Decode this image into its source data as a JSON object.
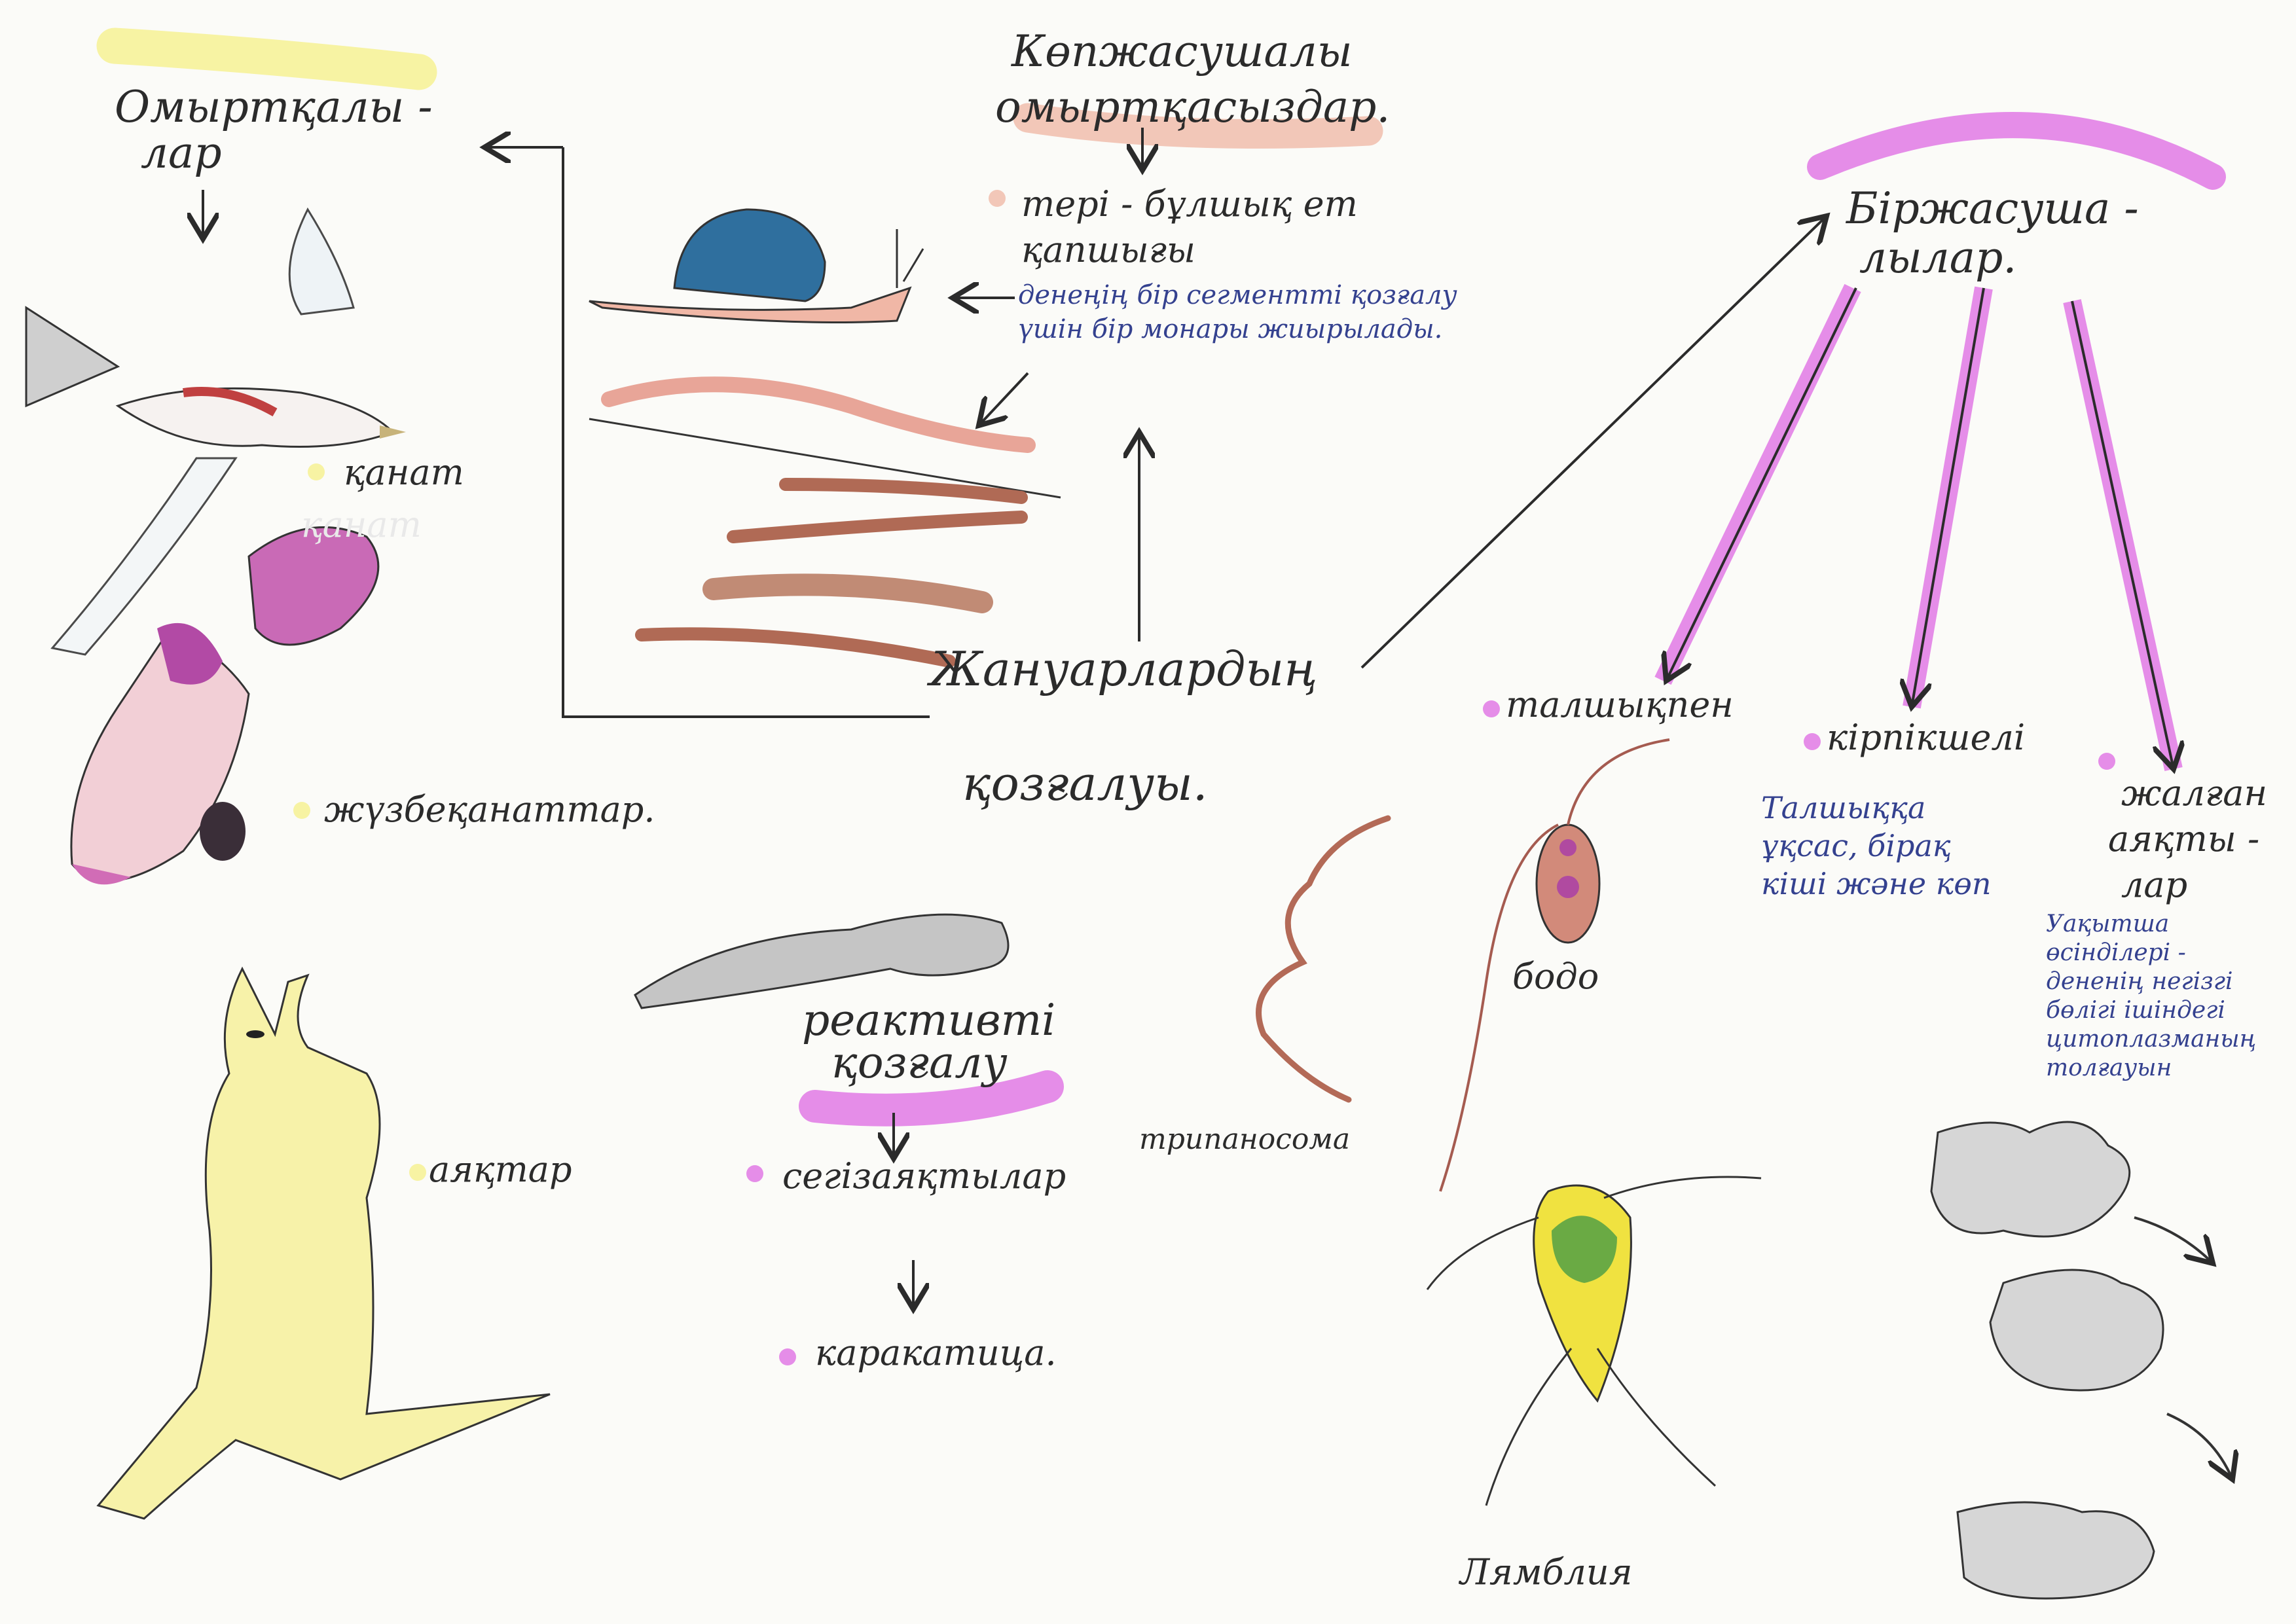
{
  "title": {
    "line1": "Жануарлардың",
    "line2": "қозғалуы."
  },
  "vertebrates": {
    "heading_l1": "Омыртқалы -",
    "heading_l2": "лар",
    "items": [
      "қанат",
      "жүзбеқанаттар.",
      "аяқтар"
    ],
    "faded_text": "қанат"
  },
  "invertebrates": {
    "heading_l1": "Көпжасушалы",
    "heading_l2": "омыртқасыздар.",
    "item": "тері - бұлшық ет",
    "item_l2": "қапшығы",
    "note": "денеңің бір сегментті қозғалу үшін бір монары жиырылады."
  },
  "reactive": {
    "heading_l1": "реактивті",
    "heading_l2": "қозғалу",
    "items": [
      "сегізаяқтылар",
      "каракатица."
    ]
  },
  "unicellular": {
    "heading_l1": "Біржасуша -",
    "heading_l2": "лылар.",
    "branches": [
      {
        "label": "талшықпен"
      },
      {
        "label": "кірпікшелі",
        "note": "Талшыққа ұқсас, бірақ кіші және көп"
      },
      {
        "label_l1": "жалған",
        "label_l2": "аяқты -",
        "label_l3": "лар",
        "note": "Уақытша өсінділері - дененің негізгі бөлігі ішіндегі цитоплазманың толғауын"
      }
    ],
    "organisms": [
      "бодо",
      "трипаносома",
      "Лямблия"
    ]
  },
  "colors": {
    "yellow": "#f7f3a3",
    "pink": "#f2c7b8",
    "magenta": "#e58de8",
    "ink": "#2b2b2b",
    "blue_ink": "#34418f"
  }
}
